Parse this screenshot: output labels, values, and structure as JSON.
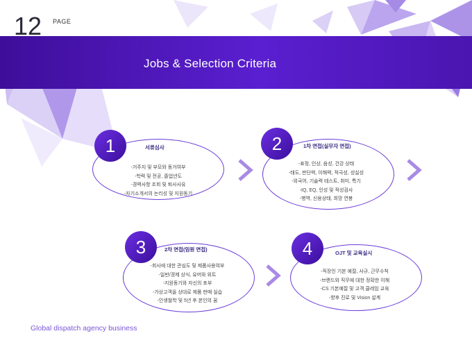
{
  "page": {
    "number": "12",
    "label": "PAGE"
  },
  "title": "Jobs & Selection Criteria",
  "steps": [
    {
      "num": "1",
      "title": "서류심사",
      "items": [
        "-거주지 및 부모와 동거여부",
        "-학력 및 전공, 졸업년도",
        "-경력사항 조회 및 퇴사사유",
        "-자기소개서의 논리성 및 지원동기"
      ]
    },
    {
      "num": "2",
      "title": "1차 면접(실무자 면접)",
      "items": [
        "-표정, 인상, 음성, 건강 상태",
        "-태도, 판단력, 이해력, 적극성, 성실성",
        "-외국어, 기술력 테스트, 취미, 특기",
        "-IQ, EQ, 인성 및 적성검사",
        "-병역, 신용상태, 희망 연봉"
      ]
    },
    {
      "num": "3",
      "title": "2차 면접(임원 면접)",
      "items": [
        "-회사에 대한 관심도 및 제품사용여부",
        "-일반/경제 상식, 유머와 위트",
        "-지원동기와 자신의 포부",
        "-가상고객을 상대로 제품 판매 실습",
        "-인생철학 및 5년 후 본인의 꿈"
      ]
    },
    {
      "num": "4",
      "title": "OJT 및 교육실시",
      "items": [
        "-직장인 기본 예절, 사규, 근무수칙",
        "-브랜드와 직무에 대한 정확한 이해",
        "-CS 기본예절 및 고객 클레임 교육",
        "-향후 진로 및 Vision 설계"
      ]
    }
  ],
  "footer": "Global dispatch agency business",
  "colors": {
    "accent": "#5a1fd0",
    "band": "#4a15b0",
    "footer_text": "#7b55d8"
  }
}
